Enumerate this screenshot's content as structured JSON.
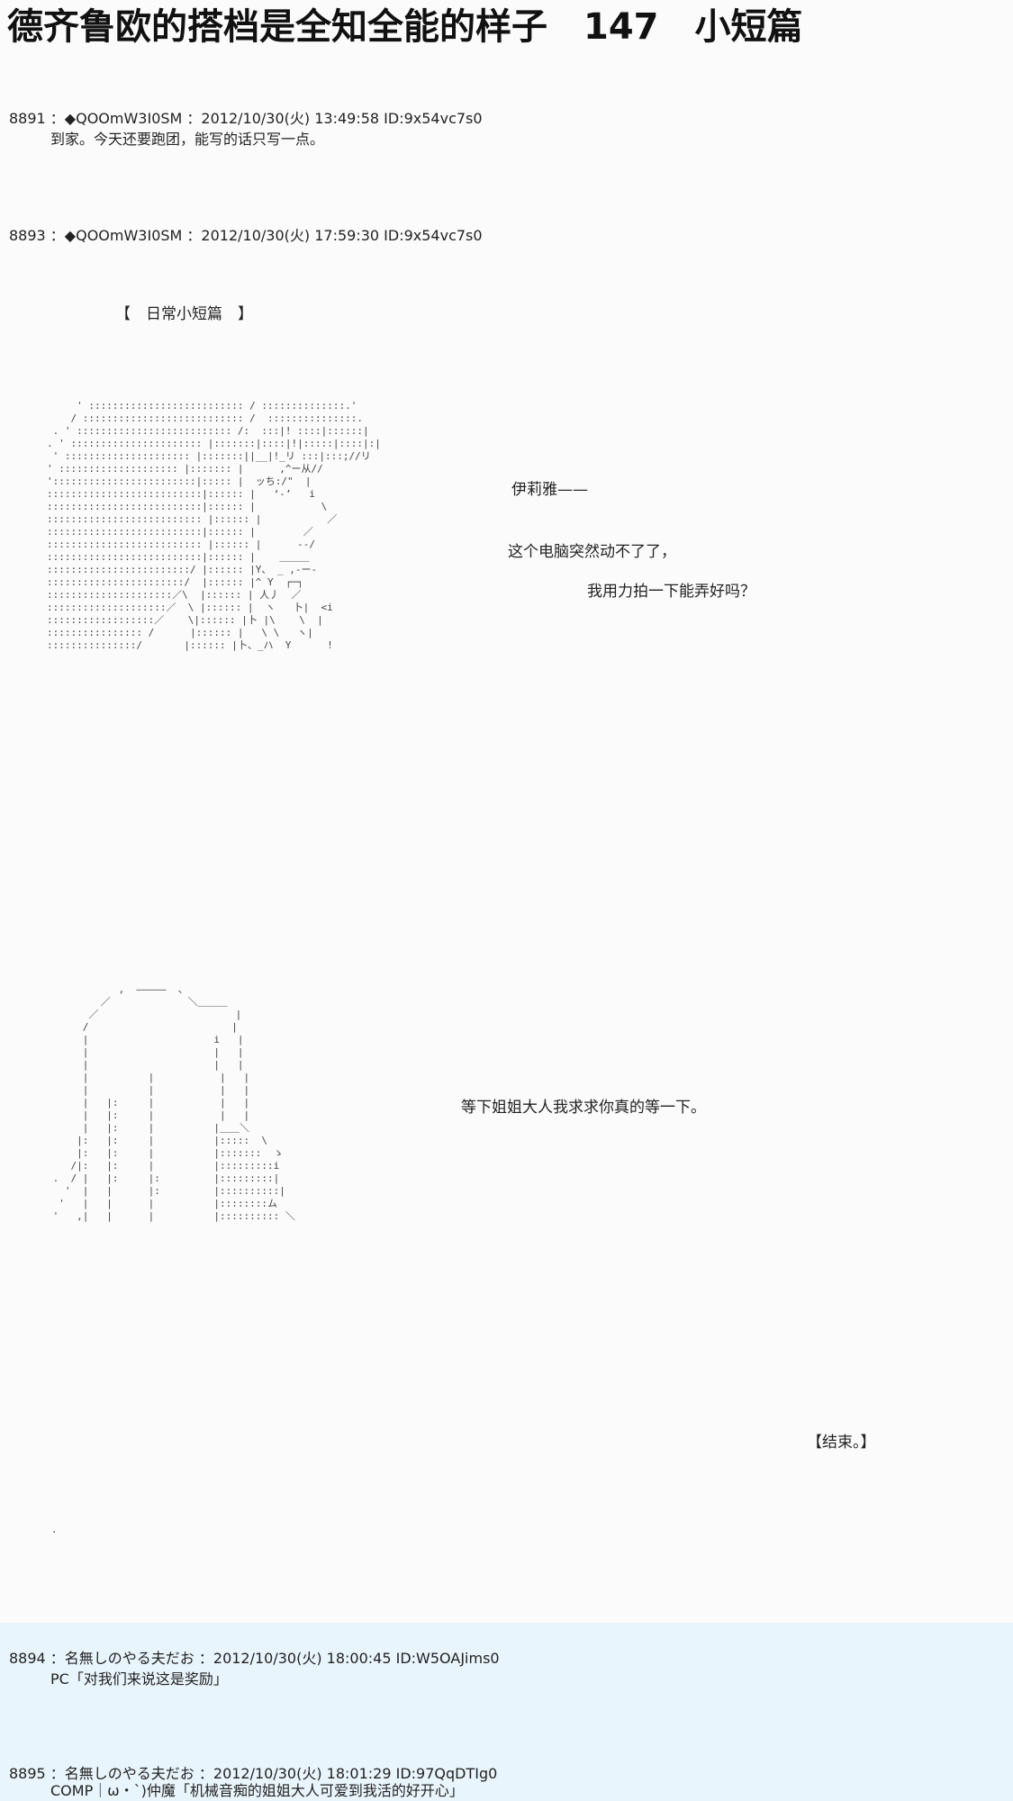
{
  "title": "德齐鲁欧的搭档是全知全能的样子　147　小短篇",
  "posts": [
    {
      "header": "8891 ：◆QOOmW3I0SM ：2012/10/30(火) 13:49:58 ID:9x54vc7s0",
      "lines": [
        "到家。今天还要跑团，能写的话只写一点。"
      ]
    },
    {
      "header": "8893 ：◆QOOmW3I0SM ：2012/10/30(火) 17:59:30 ID:9x54vc7s0",
      "section_title": "【　日常小短篇　】",
      "dialogue": [
        "伊莉雅——",
        "这个电脑突然动不了了，",
        "我用力拍一下能弄好吗？",
        "等下姐姐大人我求求你真的等一下。"
      ],
      "end": "【结束。】",
      "trailing_dot": "."
    },
    {
      "header": "8894 ：名無しのやる夫だお ：2012/10/30(火) 18:00:45 ID:W5OAJims0",
      "lines": [
        "PC「对我们来说这是奖励」"
      ]
    },
    {
      "header": "8895 ：名無しのやる夫だお ：2012/10/30(火) 18:01:29 ID:97QqDTIg0",
      "lines": [
        "COMP｜ω・`)仲魔「机械音痴的姐姐大人可爱到我活的好开心」"
      ]
    }
  ],
  "ascii_art": {
    "scene1": "     ' :::::::::::::::::::::::::: / ::::::::::::::.'\n    / ::::::::::::::::::::::::::: /  :::::::::::::::.\n . ' :::::::::::::::::::::::::: /:  :::|! ::::|::::::|\n. ' :::::::::::::::::::::: |:::::::|::::|!|:::::|::::|:|\n ' ::::::::::::::::::::: |:::::::||__|!_リ :::|:::;//リ\n' :::::::::::::::::::: |::::::: |      ,^ー从//\n'::::::::::::::::::::::::|::::: |  ッち:/\"  |\n::::::::::::::::::::::::::|:::::: |   ‘-’   i\n::::::::::::::::::::::::::|:::::: |           \\\n:::::::::::::::::::::::::: |:::::: |           ／\n::::::::::::::::::::::::::|:::::: |        ／\n:::::::::::::::::::::::::: |:::::: |      --/\n::::::::::::::::::::::::::|:::::: |    ＿＿＿\n::::::::::::::::::::::::/ |:::::: |Y、 _ ,-ー-\n:::::::::::::::::::::::/  |:::::: |^ Y  ┌─┐\n:::::::::::::::::::::／\\  |:::::: | 人丿  ／\n::::::::::::::::::::／  \\ |:::::: |  ヽ   卜|  <i\n::::::::::::::::::／    \\|:::::: |卜 |\\    \\  |\n:::::::::::::::: /      |:::::: |   \\ \\   ヽ|\n:::::::::::::::/       |:::::: |卜、_ハ  Y      !",
    "scene2": "            ,  ―――――  、\n         ／             ＼＿＿＿\n       ／                       |\n      /                        |\n      |                     i   |\n      |                     |   |\n      |                     |   |\n      |          |           |   |\n      |          |           |   |\n      |   |:     |           |   |\n      |   |:     |           |   |\n      |   |:     |          |＿＿＼\n     |:   |:     |          |:::::  \\\n     |:   |:     |          |:::::::  ゝ\n    /|:   |:     |          |:::::::::i\n .  / |   |:     |:         |:::::::::|\n   '  |   |      |:         |::::::::::|\n  '   |   |      |          |::::::::ム\n '   ,|   |      |          |:::::::::: ＼"
  }
}
